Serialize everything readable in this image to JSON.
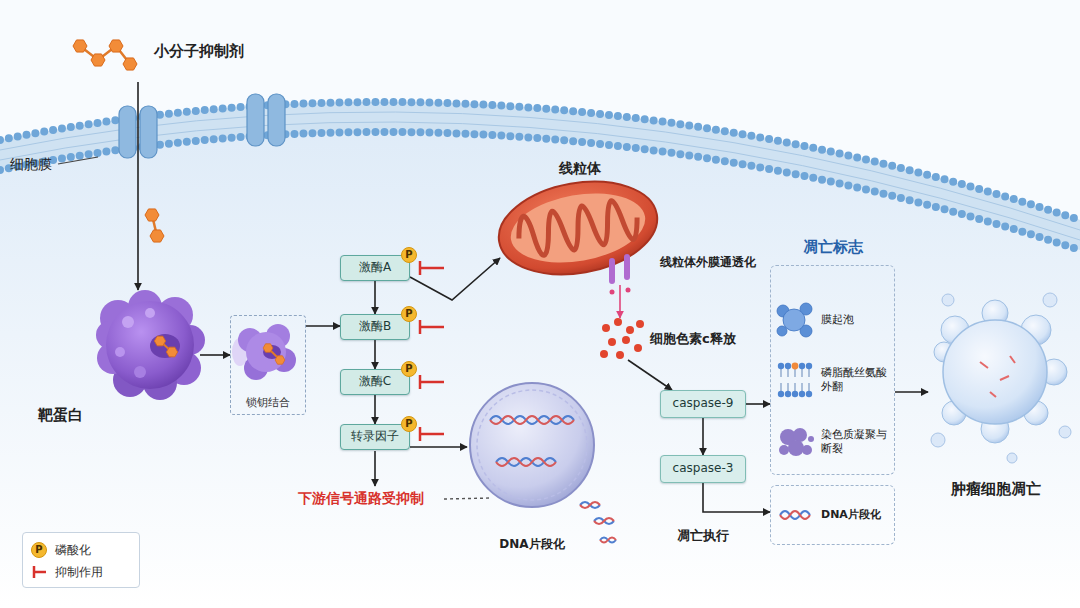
{
  "diagram": {
    "nodes": [
      {
        "text": [
          "小分子抑制剂"
        ]
      },
      {
        "text": [
          "靶蛋白"
        ]
      },
      {
        "text": [
          "锁钥结合"
        ]
      },
      {
        "text": [
          "激酶A"
        ]
      },
      {
        "text": [
          "P"
        ],
        "in": 3
      },
      {
        "text": [
          "激酶B"
        ]
      },
      {
        "text": [
          "P"
        ],
        "in": 5
      },
      {
        "text": [
          "激酶C"
        ]
      },
      {
        "text": [
          "P"
        ],
        "in": 7
      },
      {
        "text": [
          "转录因子"
        ]
      },
      {
        "text": [
          "P"
        ],
        "in": 9
      },
      {
        "text": [
          "线粒体"
        ]
      },
      {
        "text": [
          "细胞色素c释放"
        ]
      },
      {
        "text": [
          "DNA片段化"
        ]
      },
      {
        "text": [
          "caspase-9"
        ]
      },
      {
        "text": [
          "caspase-3"
        ]
      },
      {
        "text": [
          "凋亡标志"
        ]
      },
      {
        "text": [
          "膜起泡"
        ],
        "in": 16
      },
      {
        "text": [
          "磷脂酰丝氨酸外翻"
        ],
        "in": 16
      },
      {
        "text": [
          "染色质凝聚与断裂"
        ],
        "in": 16
      },
      {
        "text": [
          "DNA片段化"
        ]
      },
      {
        "text": [
          "肿瘤细胞凋亡"
        ]
      }
    ],
    "edges": [
      {
        "from": 0,
        "to": 1,
        "arrow": "to"
      },
      {
        "from": 1,
        "to": 2,
        "arrow": "to"
      },
      {
        "from": 2,
        "to": 5,
        "arrow": "to"
      },
      {
        "from": 3,
        "to": 5,
        "arrow": "to"
      },
      {
        "from": 5,
        "to": 7,
        "arrow": "to"
      },
      {
        "from": 7,
        "to": 9,
        "arrow": "to"
      },
      {
        "from": 3,
        "to": 11,
        "arrow": "to"
      },
      {
        "from": 9,
        "to": 13,
        "arrow": "to"
      },
      {
        "from": 11,
        "to": 12,
        "arrow": "to"
      },
      {
        "from": 12,
        "to": 14,
        "arrow": "to"
      },
      {
        "from": 14,
        "to": 15,
        "arrow": "to"
      },
      {
        "from": 14,
        "to": 16,
        "arrow": "to"
      },
      {
        "from": 15,
        "to": 20,
        "arrow": "to",
        "label": "凋亡执行"
      },
      {
        "from": 16,
        "to": 21,
        "arrow": "to"
      }
    ],
    "labels": [
      "细胞膜",
      "线粒体外膜通透化",
      "下游信号通路受抑制",
      "P"
    ],
    "legend": [
      {
        "text": "磷酸化",
        "color": "#f5b82e"
      },
      {
        "text": "抑制作用"
      }
    ]
  }
}
